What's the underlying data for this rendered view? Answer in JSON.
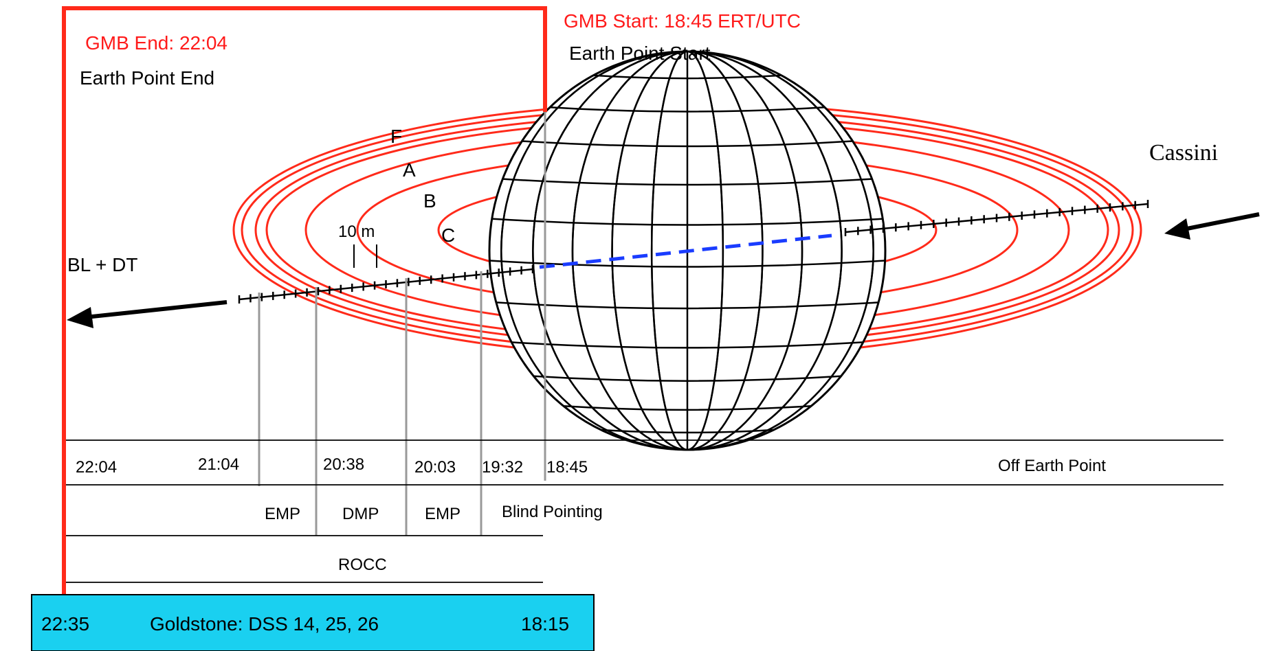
{
  "gmb_end": {
    "title": "GMB End: 22:04",
    "subtitle": "Earth Point End"
  },
  "gmb_start": {
    "title": "GMB Start: 18:45 ERT/UTC",
    "subtitle": "Earth Point Start"
  },
  "ring_labels": [
    "F",
    "A",
    "B",
    "C"
  ],
  "scale_label": "10 m",
  "spacecraft_label": "Cassini",
  "beam_label": "BL + DT",
  "timeline": {
    "times": [
      "22:04",
      "21:04",
      "20:38",
      "20:03",
      "19:32",
      "18:45"
    ],
    "off_earth_point": "Off Earth Point",
    "modes": [
      "EMP",
      "DMP",
      "EMP",
      "Blind Pointing"
    ],
    "rocc": "ROCC"
  },
  "station_bar": {
    "end_time": "22:35",
    "station": "Goldstone: DSS 14, 25, 26",
    "start_time": "18:15",
    "color": "#1ad0f0"
  },
  "colors": {
    "highlight": "#ff2a1a",
    "ring": "#ff2a1a",
    "occulted_path": "#1a3cff",
    "guide": "#999999"
  }
}
